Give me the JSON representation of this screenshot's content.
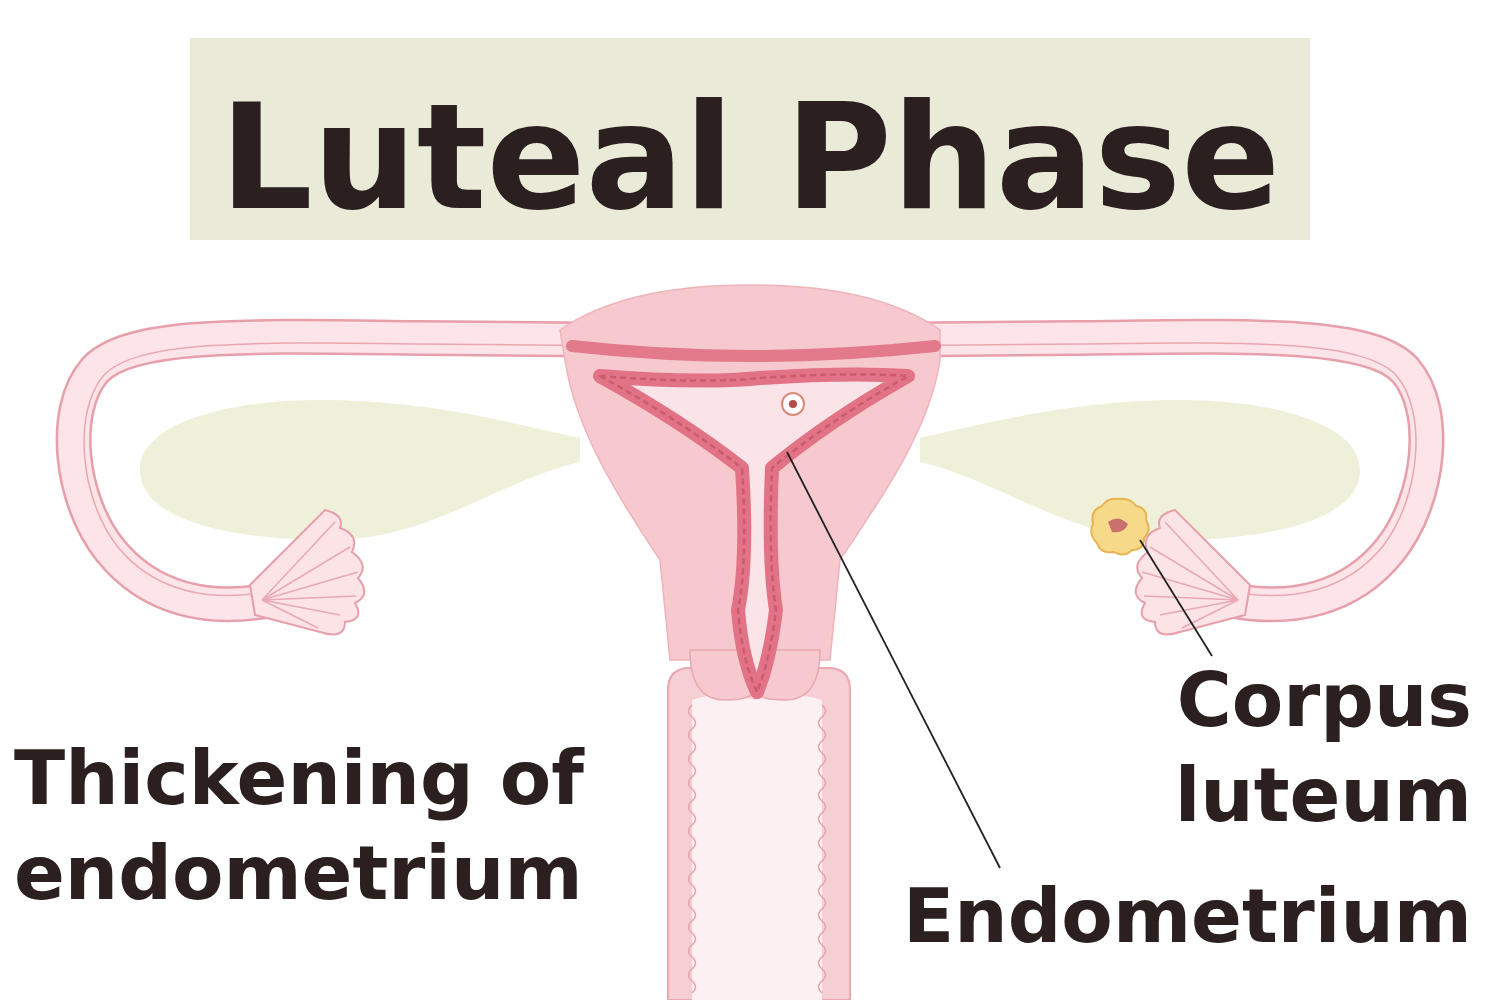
{
  "diagram": {
    "title": "Luteal Phase",
    "labels": [
      "Thickening of endometrium",
      "Endometrium",
      "Corpus luteum"
    ]
  }
}
